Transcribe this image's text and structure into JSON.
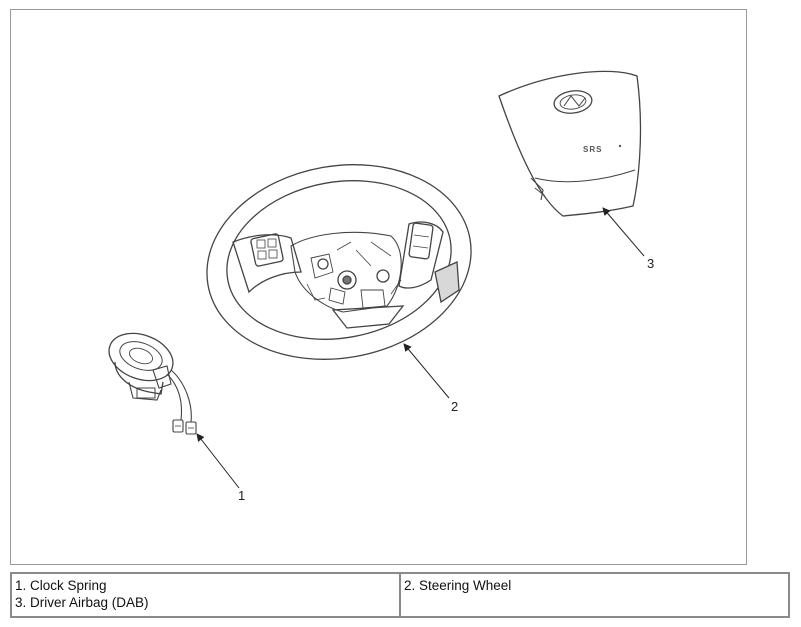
{
  "figure": {
    "callouts": [
      "1",
      "2",
      "3"
    ]
  },
  "legend": {
    "items": [
      "1. Clock Spring",
      "3. Driver Airbag (DAB)",
      "2. Steering Wheel"
    ]
  }
}
